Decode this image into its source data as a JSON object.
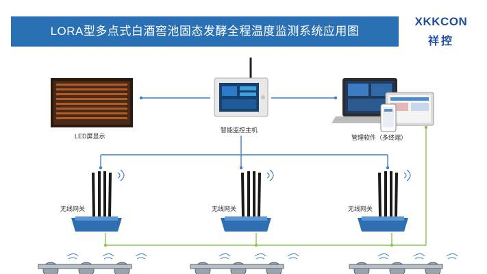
{
  "title": "LORA型多点式白酒窖池固态发酵全程温度监测系统应用图",
  "logo": {
    "brand": "KKCON",
    "brand_mark": "X",
    "cn": "祥控"
  },
  "labels": {
    "led": "LED屏显示",
    "host": "智能监控主机",
    "software": "管理软件（多终端）",
    "gateway_1": "无线网关",
    "gateway_2": "无线网关",
    "gateway_3": "无线网关"
  },
  "colors": {
    "title_bg": "#2a70b5",
    "link_blue": "#3b7fc4",
    "link_green": "#8bc34a",
    "brand": "#1f4ea3"
  }
}
